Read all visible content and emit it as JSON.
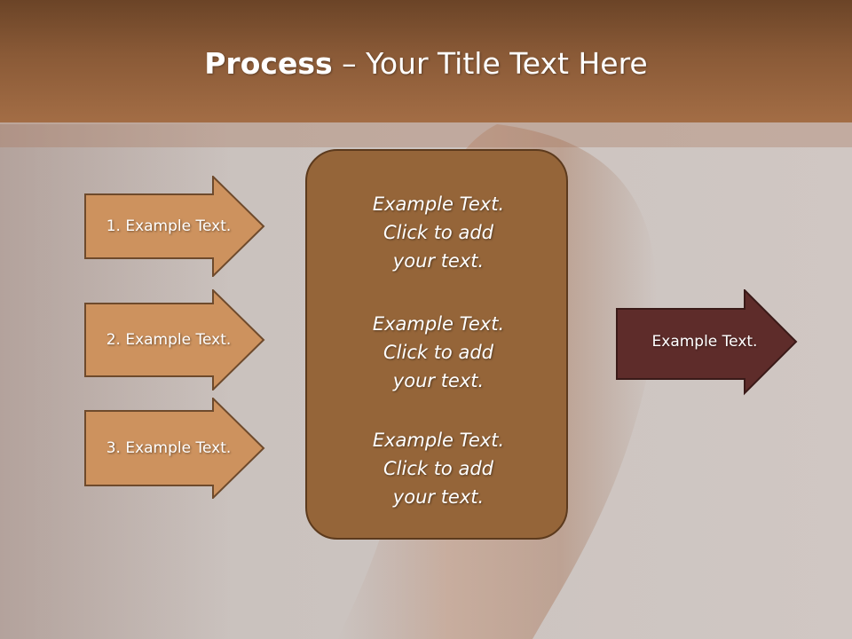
{
  "slide": {
    "title_bold": "Process",
    "title_rest": " – Your Title Text Here"
  },
  "left_arrows": [
    {
      "label": "1. Example Text."
    },
    {
      "label": "2. Example Text."
    },
    {
      "label": "3. Example Text."
    }
  ],
  "center_box": {
    "items": [
      {
        "line1": "Example Text.",
        "line2": "Click  to add",
        "line3": "your text."
      },
      {
        "line1": "Example Text.",
        "line2": "Click  to add",
        "line3": "your text."
      },
      {
        "line1": "Example Text.",
        "line2": "Click  to add",
        "line3": "your text."
      }
    ]
  },
  "right_arrow": {
    "label": "Example Text."
  },
  "colors": {
    "header": "#8a5a37",
    "left_arrow_fill": "#cd925e",
    "center_box_fill": "#956539",
    "right_arrow_fill": "#5e2c2a"
  }
}
